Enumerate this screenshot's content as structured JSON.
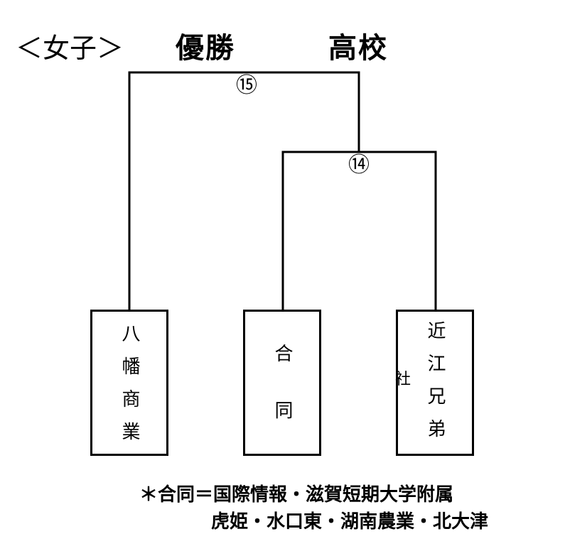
{
  "header": {
    "category": "＜女子＞",
    "champion_label": "優勝",
    "school_label": "高校"
  },
  "matches": [
    {
      "number": "⑮"
    },
    {
      "number": "⑭"
    }
  ],
  "teams": [
    {
      "name": "八幡商業"
    },
    {
      "name": "合同"
    },
    {
      "name": "近江兄弟"
    }
  ],
  "side_note": "社",
  "footnotes": [
    "＊合同＝国際情報・滋賀短期大学附属",
    "虎姫・水口東・湖南農業・北大津"
  ]
}
